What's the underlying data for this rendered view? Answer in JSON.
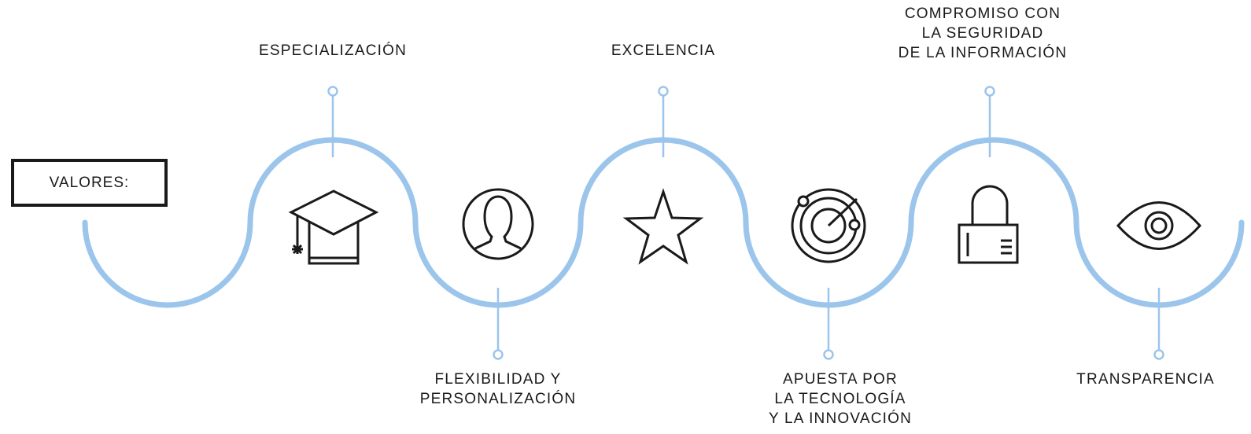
{
  "heading": "VALORES:",
  "colors": {
    "wave": "#9CC5EC",
    "ink": "#1a1a1a",
    "background": "#ffffff"
  },
  "values": [
    {
      "id": "especializacion",
      "label": "ESPECIALIZACIÓN",
      "icon": "graduation-cap-icon",
      "position": "top"
    },
    {
      "id": "flexibilidad",
      "label": "FLEXIBILIDAD Y\nPERSONALIZACIÓN",
      "icon": "person-icon",
      "position": "bottom"
    },
    {
      "id": "excelencia",
      "label": "EXCELENCIA",
      "icon": "star-icon",
      "position": "top"
    },
    {
      "id": "tecnologia",
      "label": "APUESTA POR\nLA TECNOLOGÍA\nY LA INNOVACIÓN",
      "icon": "radar-icon",
      "position": "bottom"
    },
    {
      "id": "seguridad",
      "label": "COMPROMISO CON\nLA SEGURIDAD\nDE LA INFORMACIÓN",
      "icon": "padlock-icon",
      "position": "top"
    },
    {
      "id": "transparencia",
      "label": "TRANSPARENCIA",
      "icon": "eye-icon",
      "position": "bottom"
    }
  ]
}
